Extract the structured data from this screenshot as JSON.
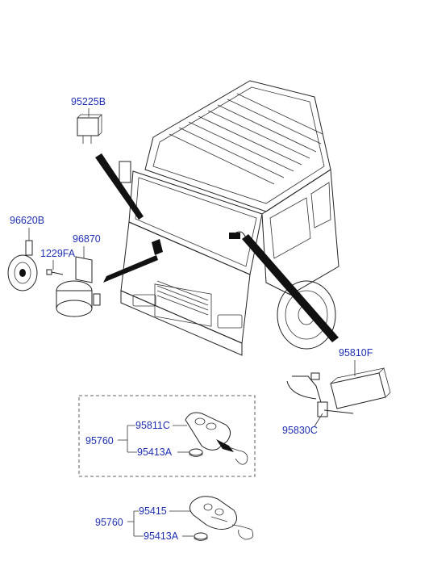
{
  "callouts": {
    "relay": "95225B",
    "horn": "96620B",
    "bolt": "1229FA",
    "siren": "96870",
    "receiver_module": "95810F",
    "antenna": "95830C",
    "set1_group": "95760",
    "set1_remote": "95811C",
    "set1_battery": "95413A",
    "set2_group": "95760",
    "set2_remote": "95415",
    "set2_battery": "95413A"
  },
  "colors": {
    "label": "#1f2fb5",
    "line": "#222222",
    "background": "#ffffff"
  },
  "icons": [
    "relay-icon",
    "horn-icon",
    "bolt-icon",
    "siren-icon",
    "truck-cab-illustration",
    "receiver-module-icon",
    "antenna-icon",
    "remote-key-icon",
    "battery-icon",
    "remote-fob-icon"
  ]
}
